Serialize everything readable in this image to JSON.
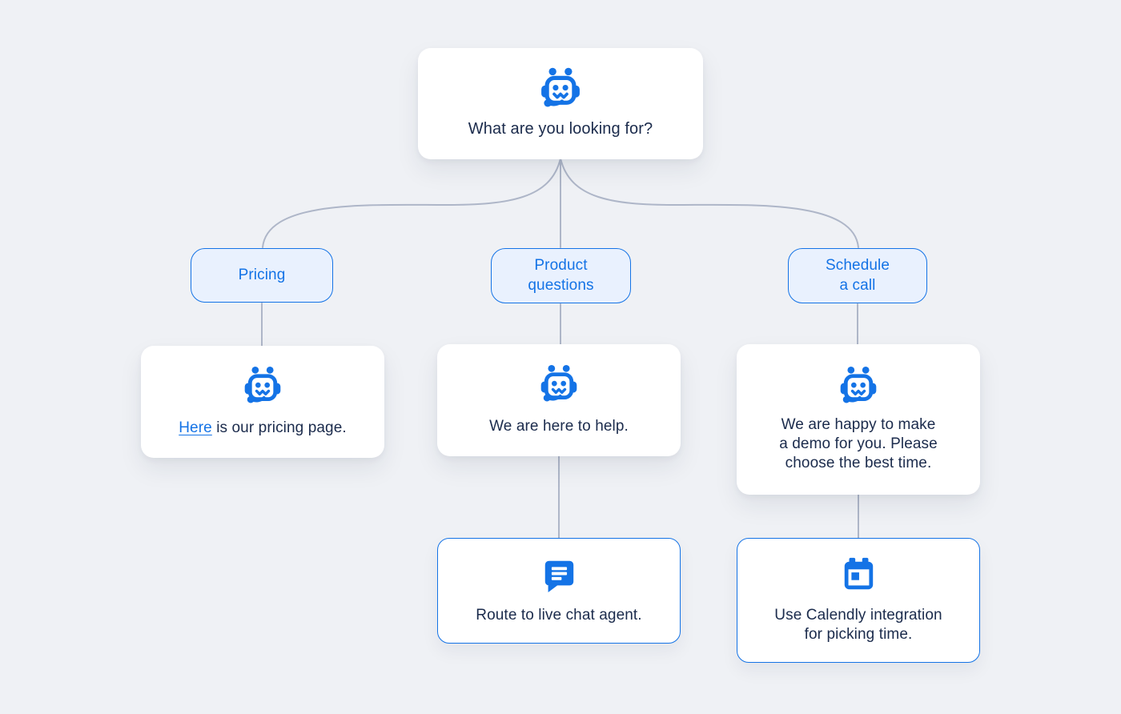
{
  "palette": {
    "background": "#eff1f5",
    "accent_blue": "#1473e6",
    "pill_fill": "#e9f1fe",
    "text_navy": "#1b2b4c",
    "connector_gray": "#aeb6c8",
    "card_white": "#ffffff"
  },
  "root": {
    "icon": "robot-icon",
    "question": "What are you looking for?"
  },
  "branches": [
    {
      "option": "Pricing",
      "response": {
        "icon": "robot-icon",
        "link_text": "Here",
        "rest_text": "is our pricing page."
      }
    },
    {
      "option": "Product\nquestions",
      "response": {
        "icon": "robot-icon",
        "text": "We are here to help."
      },
      "action": {
        "icon": "chat-icon",
        "text": "Route to live chat agent."
      }
    },
    {
      "option": "Schedule\na call",
      "response": {
        "icon": "robot-icon",
        "text": "We are happy to make\na demo for you. Please\nchoose the best time."
      },
      "action": {
        "icon": "calendar-icon",
        "text": "Use Calendly integration\nfor picking time."
      }
    }
  ]
}
